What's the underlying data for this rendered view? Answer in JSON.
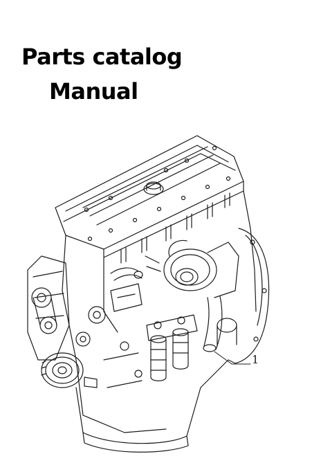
{
  "title": {
    "line1": "Parts catalog",
    "line2": "Manual"
  },
  "illustration": {
    "subject": "engine-line-drawing",
    "callout_label": "1",
    "line_color": "#1a1a1a"
  }
}
